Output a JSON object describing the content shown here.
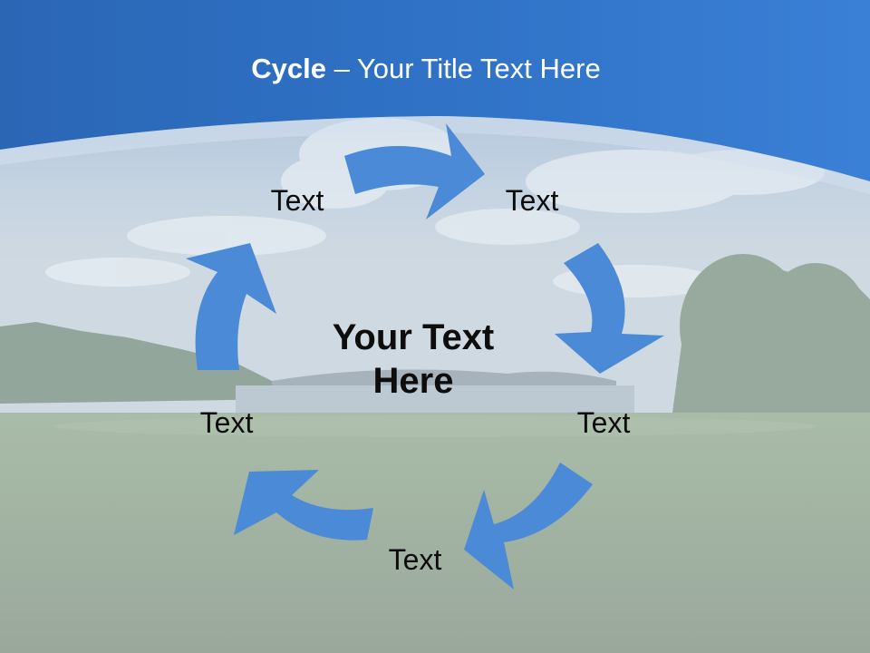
{
  "title": {
    "strong": "Cycle",
    "rest": " – Your Title Text Here"
  },
  "center": {
    "line1": "Your Text",
    "line2": "Here"
  },
  "steps": [
    {
      "label": "Text"
    },
    {
      "label": "Text"
    },
    {
      "label": "Text"
    },
    {
      "label": "Text"
    },
    {
      "label": "Text"
    }
  ],
  "colors": {
    "banner": "#2e6fc1",
    "arrow": "#4a8ad6",
    "text": "#0d0d0d"
  }
}
